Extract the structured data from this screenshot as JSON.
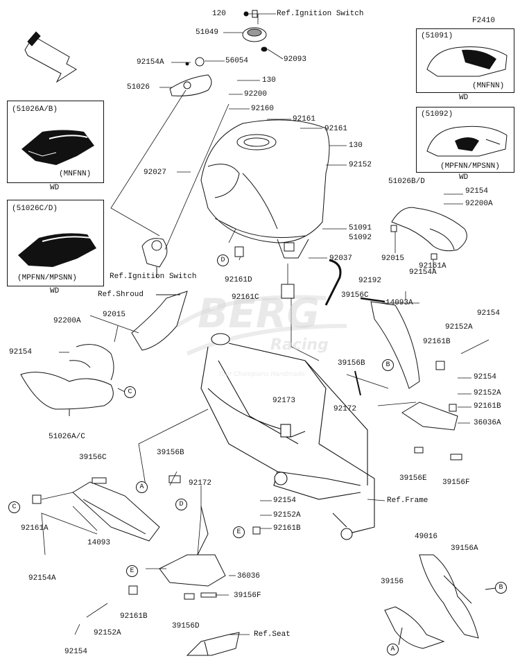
{
  "diagram_code": "F2410",
  "watermark": {
    "brand": "BERG",
    "sub": "Racing",
    "tagline": "Your Champions Handmade"
  },
  "front_arrow": "FRONT",
  "inset_boxes": [
    {
      "code": "(51026A/B)",
      "variant": "(MNFNN)",
      "note": "WD"
    },
    {
      "code": "(51026C/D)",
      "variant": "(MPFNN/MPSNN)",
      "note": "WD"
    },
    {
      "code": "(51091)",
      "variant": "(MNFNN)",
      "note": "WD"
    },
    {
      "code": "(51092)",
      "variant": "(MPFNN/MPSNN)",
      "note": "WD"
    }
  ],
  "callouts": [
    "A",
    "B",
    "C",
    "D",
    "E"
  ],
  "parts": {
    "p120": "120",
    "p51049": "51049",
    "ref_ignition_top": "Ref.Ignition Switch",
    "p92093": "92093",
    "p92154A_top": "92154A",
    "p56054": "56054",
    "p130_a": "130",
    "p51026": "51026",
    "p92200": "92200",
    "p92160": "92160",
    "p92161_a": "92161",
    "p92161_b": "92161",
    "p130_b": "130",
    "p92027": "92027",
    "p92152": "92152",
    "p51026BD": "51026B/D",
    "p92154_right": "92154",
    "p92200A_right": "92200A",
    "p51091": "51091",
    "p51092": "51092",
    "p92015_right": "92015",
    "p92161A_right": "92161A",
    "p92037": "92037",
    "p92161D": "92161D",
    "ref_ignition_mid": "Ref.Ignition Switch",
    "p92192": "92192",
    "p92154A_right": "92154A",
    "ref_shroud": "Ref.Shroud",
    "p92161C": "92161C",
    "p39156C_right": "39156C",
    "p14093A": "14093A",
    "p92200A_left": "92200A",
    "p92015_left": "92015",
    "p92154_left": "92154",
    "p92152A_right": "92152A",
    "p92154_far": "92154",
    "p92161B_right": "92161B",
    "p39156B_right": "39156B",
    "p92154_mid": "92154",
    "p92152A_mid": "92152A",
    "p92172_right": "92172",
    "p92161B_mid": "92161B",
    "p36036A": "36036A",
    "p51026AC": "51026A/C",
    "p92173": "92173",
    "p39156E": "39156E",
    "p39156F_right": "39156F",
    "p39156C_left": "39156C",
    "p39156B_left": "39156B",
    "p92172_left": "92172",
    "ref_frame": "Ref.Frame",
    "p92161A_left": "92161A",
    "p14093": "14093",
    "p92154_c": "92154",
    "p92152A_c": "92152A",
    "p92161B_c": "92161B",
    "p49016": "49016",
    "p39156A": "39156A",
    "p92154A_left": "92154A",
    "p36036": "36036",
    "p39156F_left": "39156F",
    "p39156": "39156",
    "p92161B_left": "92161B",
    "p39156D": "39156D",
    "p92152A_left": "92152A",
    "ref_seat": "Ref.Seat",
    "p92154_bottom": "92154"
  }
}
